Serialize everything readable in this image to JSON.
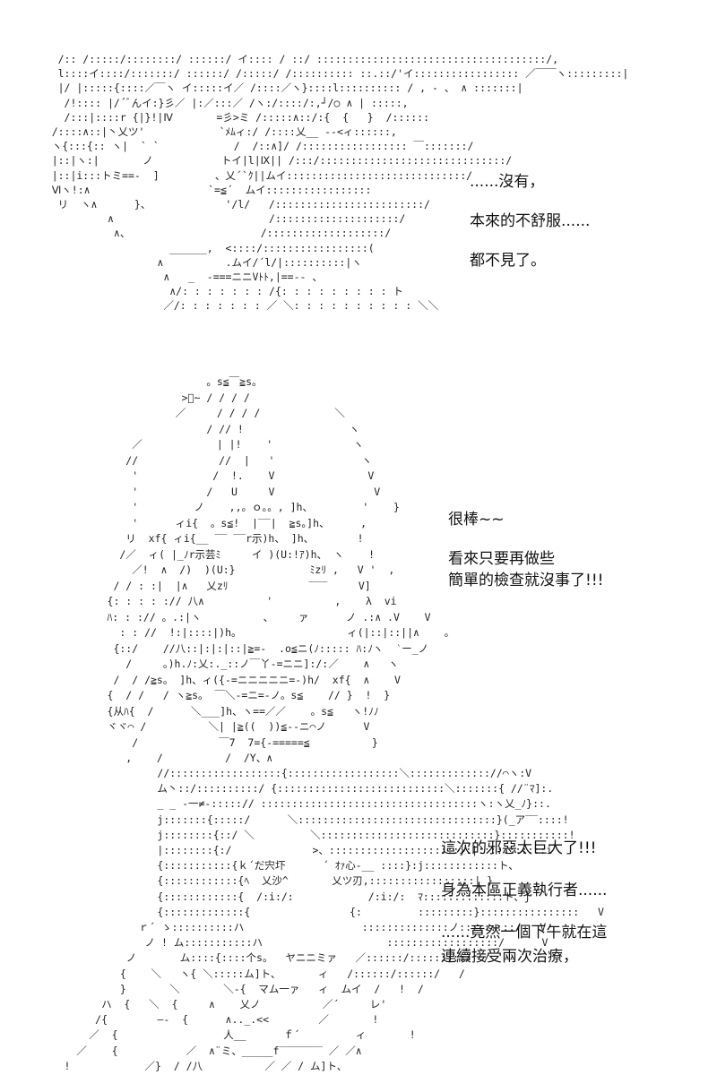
{
  "panels": [
    {
      "art": "     /:: /:::::/::::::::/ ::::::/ イ:::: / ::/ :::::::::::::::::::::::::::::::::::::/,\n     l::::イ::::/:::::::/ ::::::/ /:::::/ /:::::::::: ::.::/'イ::::::::::::::::: ／￣￣ヽ:::::::::|\n     |/ |:::::{::::／￣ヽ イ:::::イ／ /::::／ヽ}::::l:::::::::: / , - 、 ∧ :::::::|\n      /!:::: |/´ﾞんイ:}彡／ |:／:::／ /ヽ:/::::/:,┘/○ ∧ | :::::,\n      /:::|::::r {|}!|Ⅳ       =彡>ミ /:::::∧::/:{  {   }  /::::::\n    /::::∧::|丶乂ツ'            `ﾒﾑィ:/ /::::乂__ --<ィ::::::,\n    ヽ{:::{:: ヽ|  ` `            /  /::∧]/ /::::::::::::::::: ￣:::::::/\n    |::|ヽ:|       ノ           トイ|l|Ⅸ|| /:::/::::::::::::::::::::::::::::::/\n    |::|i:::トミ==-  ]         、乂´`ｸ||ムイ:::::::::::::::::::::::::::::/\n    Ⅵヽ!:∧                   `=≦´  ムイ:::::::::::::::::\n     リ  ヽ∧      }、            '/l/   /::::::::::::::::::::::::/\n             ∧                         /::::::::::::::::::::/\n              ∧、                     /:::::::::::::::::::/\n                       ______,  <::::/:::::::::::::::::(\n                     ∧          .ムイ/´l/|::::::::::|ヽ\n                      ∧   _  -===ニニVﾄﾄ,|==-- 、\n                       ∧/: : : : : : : /{: : : : : : : : : ト\n                      ／/: : : : : : : ／ ＼: : : : : : : : : : ＼＼",
      "lines": [
        "......沒有，",
        "",
        "本來的不舒服......",
        "",
        "都不見了。"
      ]
    },
    {
      "art": "                      。s≦￣≧s。\n                  >ﾞ~ / / / /\n                 ／     / / / /            ＼\n                      / // !                 ヽ\n          ／            | |!    '             ヽ\n         //             //  |   '              ヽ\n          '            /  !.    V               V\n          '           /   U     V                V\n          '         ノ    ,,。ｏ。。, ]h、        '    }\n          '      ィi{  。s≦!  |‾‾|  ≧s。]h、     ,\n         リ  xf{ ィi{__ ‾‾ ‾‾r示)h、 ]h、       !\n        /／  ィ( |_ﾉr示芸ﾐ     イ )(U:!ｱ)h、 ヽ    !\n          ／!  ∧  /)  )(U:}            ﾐzﾘ ,   V '  ,\n       / / : :|  |∧   乂zﾘ             ‾‾‾     V]\n      {: : : : :// 八∧          '          ,    λ  vi\n      ﾊ: : :// 。.:|ヽ          、    ァ      ノ .:∧ .V    V\n        : : //  !:|::::|)h。                 ィ(|::|::||∧    。\n       {::/    //八::|:|:|::|≧=-  .o≦ニ(ﾉ::::: ﾊ:ﾉヽ  ‵ー_ノ\n         /     。)h.ﾉ:乂:._::ノ￣丫-=ニニ]:/:／    ∧   ヽ\n       /  / /≧s。 ]h、ィ({-=ニニニニニ=-)h/  xf{  ∧    V\n      {  / /   / ヽ≧s。 ￣＼-=ニ=-ノ。s≦    // }  !  }\n      {从ﾊ{  /      ＼___]h、ヽ==／／    。s≦   ヽ!ﾉﾉ\n      ヾヾ⌒ /          ＼| |≧((  ))≦--ニ⌒ノ      V\n          /             ￣7  7={-=====≦          }\n         ,    /          /  /Y、∧",
      "lines": [
        "很棒~~",
        "",
        "看來只要再做些",
        "簡單的檢查就沒事了!!!"
      ]
    },
    {
      "art": "                     //::::::::::::::::::{::::::::::::::::::＼::::::::::::://⌒ヽ:V\n                     ム丶::/::::::::::/ {:::::::::::::::::::::::::::＼:::::::{ //¨ﾏ]:.\n                     _ _ -一≠‐:::::// :::::::::::::::::::::::::::::::::::ヽ:ヽ乂_ﾉ}::.\n                     j:::::::{:::::/      ＼::::::::::::::::::::::::::::::::}(_ア‾‾::::!\n                     j::::::::{::/ ＼         ＼::::::::::::::::::::::::::::}:::::::::::!\n                     |::::::::{:/             >、:::::::::::::::::::::}:|:::::::::::i\n                     {:::::::::::{ｋ´だ宍圷      ´ ｵｧ心‐__ ::::}:j::::::::::::ト、\n                     {::::::::::::{ﾍ  乂沙^       乂ツ刃,:::::::::::::::::| }\n                     {::::::::::::{  /:i:/:            /:i:/:  ﾏ:::::::::::::ト、j\n                     {:::::::::::::{                {:         :::::::::}::::::::::::::::   V\n                  ｒ´ ゝ::::::::::ハ                   ::::::::::::::ノ:::::::::/   V\n                   ノ ! ム:::::::::::ハ                    ::::::::::::::::::/      V\n                ノ       ム::::{::::个s。  ヤニニミァ   ／::::::/:::::::::/  /\n               {    ＼   ヽ{ ＼:::::ム]ト、      ィ   /::::::/::::::/   /\n               }       ＼       ＼-{  マム一ァ   ィ  ムイ  /   !  /\n            ハ  {   ＼  {     ∧    乂ノ          ／´     レ'\n           /{        ―-  {      ∧.._.<<        ／       !\n          ／  {                 人__      ｆ´         ィ       !\n        ／    {           ／  ∧¨ミ、_____f‾‾‾‾‾‾‾ ／ ／∧\n      !            ／}  / /八          ／ ／ / ム]ト、",
      "lines": [
        "這次的邪惡太巨大了!!!",
        "",
        "身為本區正義執行者......",
        "",
        "......竟然一個下午就在這",
        "連續接受兩次治療，"
      ]
    }
  ]
}
